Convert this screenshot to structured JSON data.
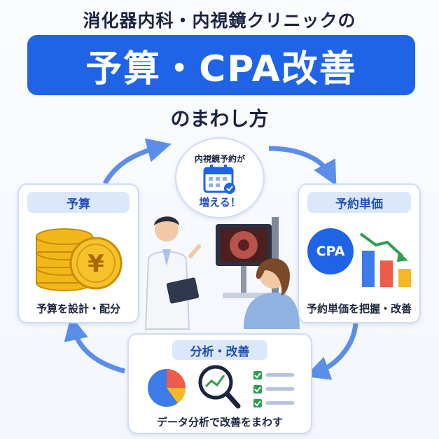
{
  "title": {
    "line1": "消化器内科・内視鏡クリニックの",
    "banner": "予算・CPA改善",
    "line3": "のまわし方"
  },
  "center": {
    "bubble_line1": "内視鏡予約が",
    "bubble_line2": "増える！"
  },
  "cards": {
    "budget": {
      "chip": "予算",
      "caption": "予算を設計・配分",
      "coin_symbol": "¥"
    },
    "unit_price": {
      "chip": "予約単価",
      "caption": "予約単価を把握・改善",
      "badge": "CPA"
    },
    "analysis": {
      "chip": "分析・改善",
      "caption": "データ分析で改善をまわす"
    }
  },
  "colors": {
    "primary": "#1f63e6",
    "arrow": "#5b8ee8",
    "coin": "#f2b81a",
    "bar_blue": "#3d7be8",
    "bar_red": "#ef5d4a",
    "bar_yellow": "#f5b824",
    "trend_green": "#2e9e4f"
  },
  "icons": [
    "calendar-icon",
    "check-icon",
    "coin-stack-icon",
    "yen-coin-icon",
    "pie-chart-icon",
    "magnifier-icon",
    "checklist-icon",
    "bar-chart-icon",
    "trend-down-arrow-icon"
  ]
}
